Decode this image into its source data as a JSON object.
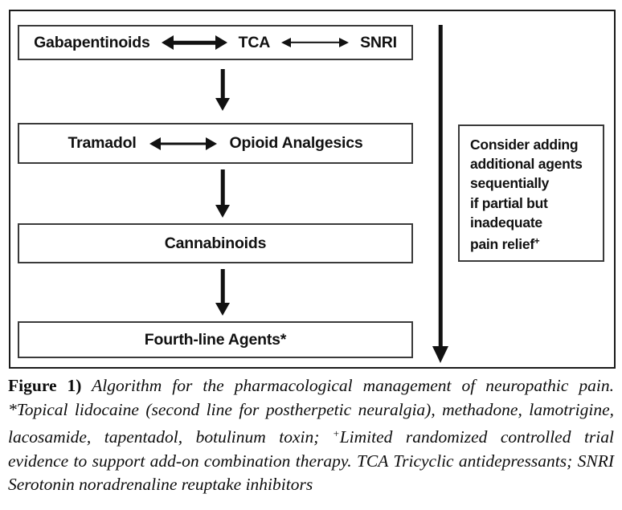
{
  "figure": {
    "boxes": [
      {
        "id": "first-line",
        "segments": [
          {
            "type": "text",
            "value": "Gabapentinoids"
          },
          {
            "type": "arrow",
            "value": "double-headed-arrow-thick"
          },
          {
            "type": "text",
            "value": "TCA"
          },
          {
            "type": "arrow",
            "value": "double-headed-arrow-thin"
          },
          {
            "type": "text",
            "value": "SNRI"
          }
        ]
      },
      {
        "id": "second-line",
        "segments": [
          {
            "type": "text",
            "value": "Tramadol"
          },
          {
            "type": "arrow",
            "value": "double-headed-arrow-medium"
          },
          {
            "type": "text",
            "value": "Opioid Analgesics"
          }
        ]
      },
      {
        "id": "third-line",
        "segments": [
          {
            "type": "text",
            "value": "Cannabinoids"
          }
        ]
      },
      {
        "id": "fourth-line",
        "segments": [
          {
            "type": "text",
            "value": "Fourth-line Agents*"
          }
        ]
      }
    ],
    "note": {
      "lines": [
        "Consider adding",
        "additional agents",
        "sequentially",
        "if partial but",
        "inadequate",
        "pain relief"
      ],
      "last_line_marker": "+"
    },
    "arrows": {
      "down_1": "down-arrow",
      "down_2": "down-arrow",
      "down_3": "down-arrow",
      "down_long": "long-down-arrow"
    }
  },
  "caption": {
    "lead": "Figure 1)",
    "part1": " Algorithm for the pharmacological management of neuropathic pain. *Topical lidocaine (second line for postherpetic neuralgia), methadone, lamotrigine, lacosamide, tapentadol, botulinum toxin; ",
    "marker": "+",
    "part2": "Limited randomized controlled trial evidence to support add-on combination therapy. TCA Tricyclic antidepressants; SNRI Serotonin noradrenaline reuptake inhibitors"
  },
  "colors": {
    "ink": "#111111",
    "frame": "#1a1a1a",
    "box_border": "#3a3a3a",
    "background": "#ffffff"
  }
}
